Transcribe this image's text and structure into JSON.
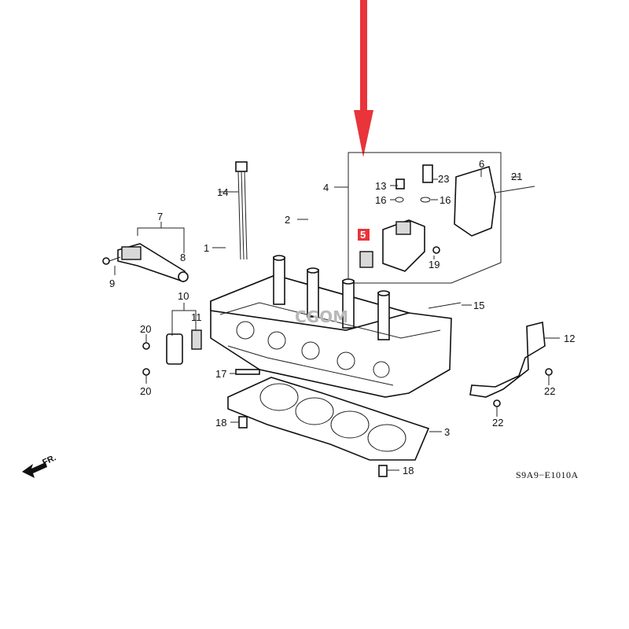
{
  "diagram": {
    "drawing_code": "S9A9−E1010A",
    "front_label": "FR.",
    "watermark": "CGOM",
    "highlight_color": "#e8343a",
    "highlighted_callout": "5",
    "callouts": {
      "c1": "1",
      "c2": "2",
      "c3": "3",
      "c4": "4",
      "c5": "5",
      "c6": "6",
      "c7": "7",
      "c8": "8",
      "c9": "9",
      "c10": "10",
      "c11": "11",
      "c12": "12",
      "c13": "13",
      "c14": "14",
      "c15": "15",
      "c16a": "16",
      "c16b": "16",
      "c17": "17",
      "c18a": "18",
      "c18b": "18",
      "c19": "19",
      "c20a": "20",
      "c20b": "20",
      "c21": "21",
      "c22a": "22",
      "c22b": "22",
      "c23": "23"
    }
  }
}
